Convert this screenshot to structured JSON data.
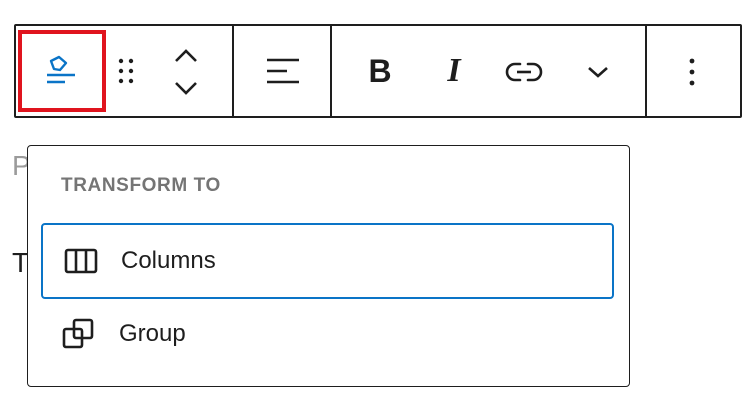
{
  "background": {
    "partial_text_top": "P",
    "partial_text_bottom": "T"
  },
  "toolbar": {
    "block_type_button": {
      "icon": "paragraph-tag-icon",
      "state": "active",
      "highlight_color": "#e0141e",
      "icon_color": "#0a74c7"
    },
    "drag_handle": {
      "icon": "drag-handle-icon"
    },
    "move_up": {
      "icon": "chevron-up-icon"
    },
    "move_down": {
      "icon": "chevron-down-icon"
    },
    "align": {
      "icon": "align-left-icon"
    },
    "bold": {
      "glyph": "B",
      "icon": "bold-icon"
    },
    "italic": {
      "glyph": "I",
      "icon": "italic-icon"
    },
    "link": {
      "icon": "link-icon"
    },
    "more_formats": {
      "icon": "chevron-down-icon"
    },
    "options": {
      "icon": "more-vertical-icon"
    }
  },
  "transform_menu": {
    "heading": "TRANSFORM TO",
    "items": [
      {
        "label": "Columns",
        "icon": "columns-icon",
        "focused": true
      },
      {
        "label": "Group",
        "icon": "group-icon",
        "focused": false
      }
    ],
    "focus_color": "#0a74c7"
  }
}
